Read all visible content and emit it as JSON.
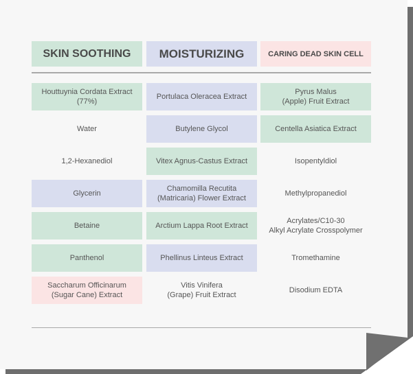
{
  "colors": {
    "green": "#cfe6d9",
    "blue": "#d9ddef",
    "pink": "#fbe4e4",
    "none": "transparent",
    "page": "#f7f7f7",
    "shadow": "#6e6e6e"
  },
  "headers": [
    {
      "label": "SKIN SOOTHING",
      "color": "green"
    },
    {
      "label": "MOISTURIZING",
      "color": "blue"
    },
    {
      "label": "CARING DEAD SKIN CELL",
      "color": "pink"
    }
  ],
  "columns": [
    [
      {
        "text": "Houttuynia Cordata Extract\n(77%)",
        "color": "green"
      },
      {
        "text": "Water",
        "color": "none"
      },
      {
        "text": "1,2-Hexanediol",
        "color": "none"
      },
      {
        "text": "Glycerin",
        "color": "blue"
      },
      {
        "text": "Betaine",
        "color": "green"
      },
      {
        "text": "Panthenol",
        "color": "green"
      },
      {
        "text": "Saccharum Officinarum\n(Sugar Cane) Extract",
        "color": "pink"
      }
    ],
    [
      {
        "text": "Portulaca Oleracea Extract",
        "color": "blue"
      },
      {
        "text": "Butylene Glycol",
        "color": "blue"
      },
      {
        "text": "Vitex Agnus-Castus Extract",
        "color": "green"
      },
      {
        "text": "Chamomilla Recutita\n(Matricaria) Flower Extract",
        "color": "blue"
      },
      {
        "text": "Arctium Lappa Root Extract",
        "color": "green"
      },
      {
        "text": "Phellinus Linteus Extract",
        "color": "blue"
      },
      {
        "text": "Vitis Vinifera\n(Grape) Fruit Extract",
        "color": "none"
      }
    ],
    [
      {
        "text": "Pyrus Malus\n(Apple) Fruit Extract",
        "color": "green"
      },
      {
        "text": "Centella Asiatica Extract",
        "color": "green"
      },
      {
        "text": "Isopentyldiol",
        "color": "none"
      },
      {
        "text": "Methylpropanediol",
        "color": "none"
      },
      {
        "text": "Acrylates/C10-30\nAlkyl Acrylate Crosspolymer",
        "color": "none"
      },
      {
        "text": "Tromethamine",
        "color": "none"
      },
      {
        "text": "Disodium EDTA",
        "color": "none"
      }
    ]
  ]
}
